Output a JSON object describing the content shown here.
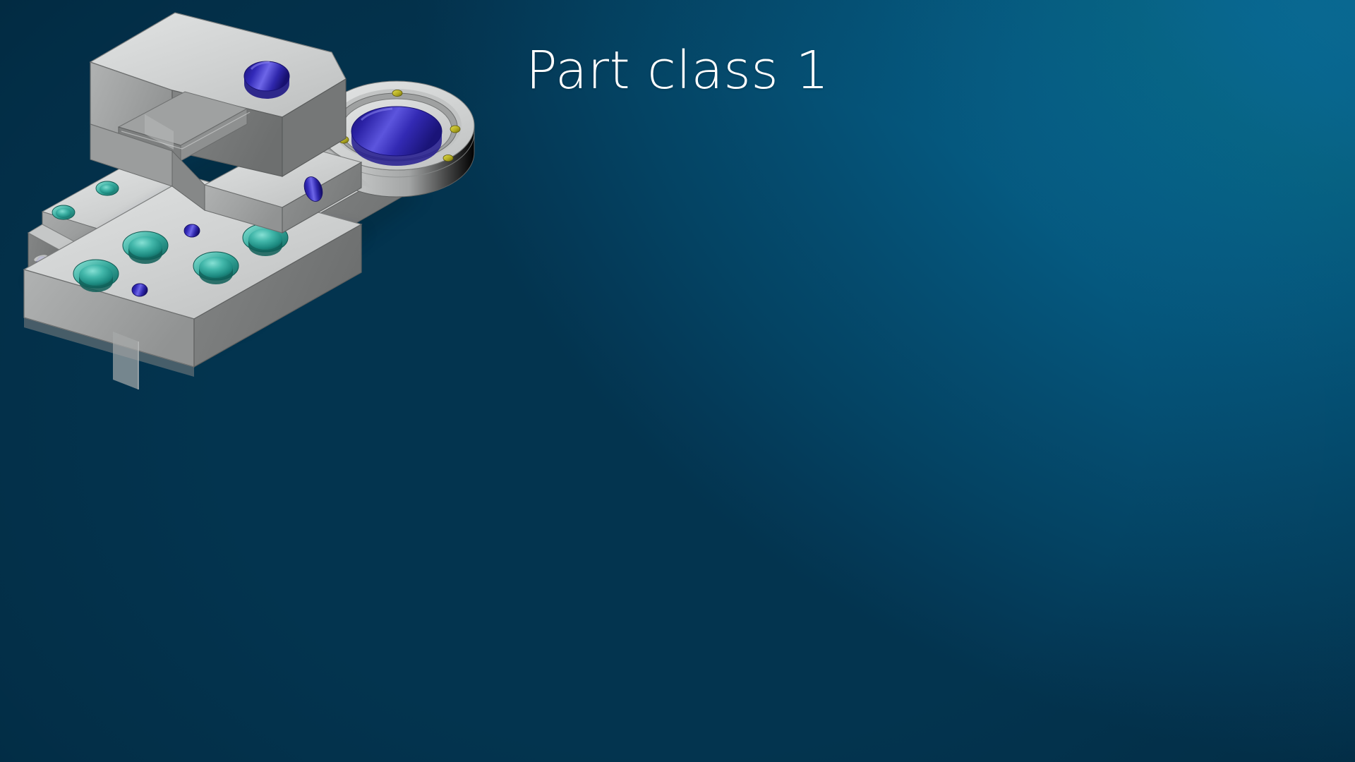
{
  "slide": {
    "title": "Part class 1",
    "background": {
      "corner_top_left": "#0a4460",
      "corner_top_right": "#0c93c8",
      "corner_bottom_left": "#04395a",
      "corner_bottom_right": "#045b80",
      "style": "radial-gradient",
      "highlight_position": "top-right"
    },
    "title_color": "#ffffff"
  },
  "scene": {
    "type": "cad-isometric-render",
    "view": "isometric",
    "part_count": 2,
    "material_colors": {
      "metal_light": "#d8dada",
      "metal_mid": "#b6b8b8",
      "metal_dark": "#8d8f8f",
      "metal_shadow": "#6f7171",
      "metal_edge": "#4c4e4e",
      "bore_blue": "#2a23a8",
      "bore_blue_light": "#5b55d8",
      "counterbore_teal": "#1e8f85",
      "counterbore_teal_light": "#4fc4b8",
      "screw_olive": "#b8b227",
      "screw_olive_dark": "#7d7a18"
    },
    "parts": [
      {
        "id": "part-left",
        "name": "lever-arm-with-bearing-boss",
        "description": "Machined lever / connecting arm with large cylindrical bearing boss, triangular web cut-outs and a mounting slide block",
        "features": [
          {
            "type": "bore",
            "name": "main-bearing-bore",
            "color": "#2a23a8",
            "count": 1
          },
          {
            "type": "counterbore",
            "name": "mounting-hole",
            "color": "#1e8f85",
            "count": 8
          },
          {
            "type": "tapped-hole",
            "name": "dowel-screw-hole",
            "color": "#b8b227",
            "count": 6
          },
          {
            "type": "bore",
            "name": "side-pin-hole",
            "color": "#4a44cc",
            "count": 3
          },
          {
            "type": "pocket",
            "name": "web-cutout",
            "count": 2
          },
          {
            "type": "slot",
            "name": "guide-rail-slot",
            "count": 2
          }
        ]
      },
      {
        "id": "part-right",
        "name": "stepped-clamp-block",
        "description": "Stepped L-shaped clamp block with a raised upper jaw, through slot and counterbored base plate",
        "features": [
          {
            "type": "bore",
            "name": "upper-jaw-bore",
            "color": "#2a23a8",
            "count": 2
          },
          {
            "type": "counterbore",
            "name": "base-mounting-hole",
            "color": "#1e8f85",
            "count": 4
          },
          {
            "type": "bore",
            "name": "small-dowel-hole",
            "color": "#2a23a8",
            "count": 2
          },
          {
            "type": "slot",
            "name": "jaw-through-slot",
            "count": 1
          }
        ]
      }
    ]
  }
}
